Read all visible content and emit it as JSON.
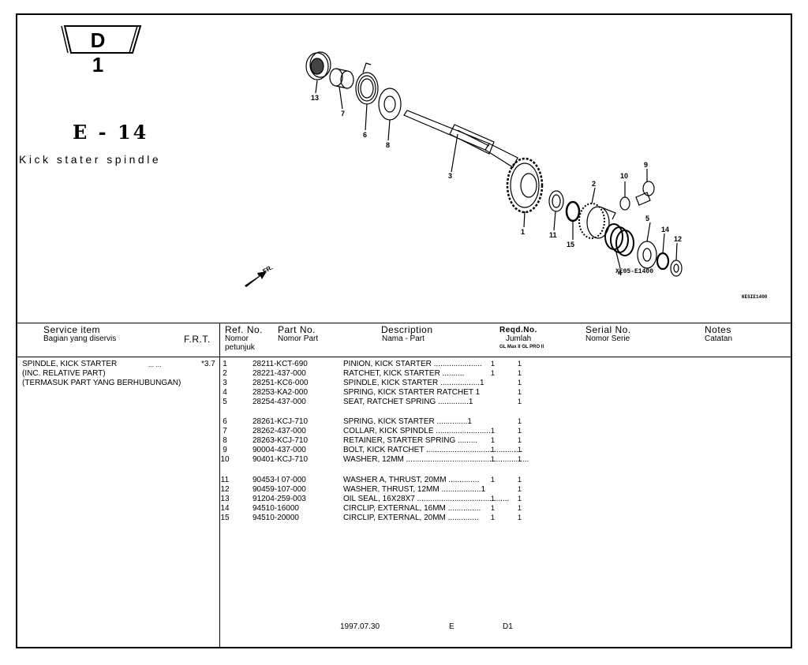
{
  "header": {
    "badge": "D 1",
    "section_code": "E - 14",
    "section_name": "Kick stater spindle",
    "diagram_code": "XE05-E1400",
    "corner_code": "KESIE1400"
  },
  "callouts": [
    "13",
    "7",
    "6",
    "8",
    "3",
    "1",
    "11",
    "15",
    "2",
    "10",
    "9",
    "5",
    "4",
    "14",
    "12"
  ],
  "fr_label": "FR.",
  "columns": {
    "service_item": "Service      item",
    "service_item_sub": "Bagian yang diservis",
    "frt": "F.R.T.",
    "ref_no": "Ref. No.",
    "ref_no_sub1": "Nomor",
    "ref_no_sub2": "petunjuk",
    "part_no": "Part  No.",
    "part_no_sub": "Nomor Part",
    "description": "Description",
    "description_sub": "Nama - Part",
    "reqd_no": "Reqd.No.",
    "reqd_no_sub": "Jumlah",
    "reqd_no_models": "GL Max II  GL PRO II",
    "serial_no": "Serial No.",
    "serial_no_sub": "Nomor Serie",
    "notes": "Notes",
    "notes_sub": "Catatan"
  },
  "service": {
    "line1": "SPINDLE, KICK STARTER",
    "dots": "...   ...",
    "frt": "*3.7",
    "line2": "(INC. RELATIVE PART)",
    "line3": "(TERMASUK PART YANG BERHUBUNGAN)"
  },
  "parts": [
    {
      "ref": "1",
      "part_no": "28211-KCT-690",
      "desc": "PINION, KICK STARTER ......................",
      "q1": "1",
      "q2": "1"
    },
    {
      "ref": "2",
      "part_no": "28221-437-000",
      "desc": "RATCHET, KICK STARTER ..........",
      "q1": "1",
      "q2": "1"
    },
    {
      "ref": "3",
      "part_no": "28251-KC6-000",
      "desc": "SPINDLE, KICK STARTER ..................1",
      "q1": "",
      "q2": "1"
    },
    {
      "ref": "4",
      "part_no": "28253-KA2-000",
      "desc": "SPRING, KICK STARTER RATCHET 1",
      "q1": "",
      "q2": "1"
    },
    {
      "ref": "5",
      "part_no": "28254-437-000",
      "desc": "SEAT, RATCHET SPRING ..............1",
      "q1": "",
      "q2": "1"
    },
    {
      "ref": "6",
      "part_no": "28261-KCJ-710",
      "desc": "SPRING, KICK STARTER ..............1",
      "q1": "",
      "q2": "1"
    },
    {
      "ref": "7",
      "part_no": "28262-437-000",
      "desc": "COLLAR, KICK SPINDLE .........................",
      "q1": "1",
      "q2": "1"
    },
    {
      "ref": "8",
      "part_no": "28263-KCJ-710",
      "desc": "RETAINER, STARTER SPRING .........",
      "q1": "1",
      "q2": "1"
    },
    {
      "ref": "9",
      "part_no": "90004-437-000",
      "desc": "BOLT, KICK RATCHET ............................................",
      "q1": "1",
      "q2": "1"
    },
    {
      "ref": "10",
      "part_no": "90401-KCJ-710",
      "desc": "WASHER, 12MM ........................................................",
      "q1": "1",
      "q2": "1"
    },
    {
      "ref": "11",
      "part_no": "90453-I 07-000",
      "desc": "WASHER A, THRUST, 20MM ..............",
      "q1": "1",
      "q2": "1"
    },
    {
      "ref": "12",
      "part_no": "90459-107-000",
      "desc": "WASHER, THRUST, 12MM ..................1",
      "q1": "",
      "q2": "1"
    },
    {
      "ref": "13",
      "part_no": "91204-259-003",
      "desc": "OIL SEAL, 16X28X7 ..........................................",
      "q1": "1",
      "q2": "1"
    },
    {
      "ref": "14",
      "part_no": "94510-16000",
      "desc": "CIRCLIP, EXTERNAL, 16MM ...............",
      "q1": "1",
      "q2": "1"
    },
    {
      "ref": "15",
      "part_no": "94510-20000",
      "desc": "CIRCLIP, EXTERNAL, 20MM ..............",
      "q1": "1",
      "q2": "1"
    }
  ],
  "footer": {
    "date": "1997.07.30",
    "letter": "E",
    "page": "D1"
  }
}
